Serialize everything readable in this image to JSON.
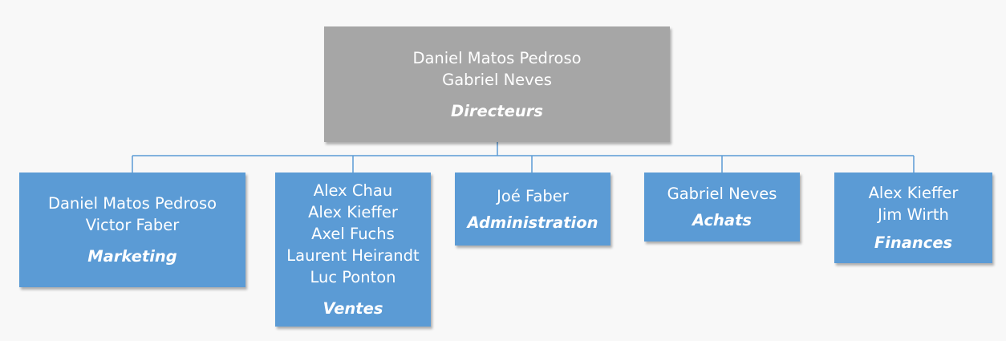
{
  "colors": {
    "background": "#f8f8f8",
    "director_box": "#a6a6a6",
    "department_box": "#5b9bd5",
    "connector": "#5b9bd5",
    "text": "#ffffff"
  },
  "top": {
    "members": [
      "Daniel Matos Pedroso",
      "Gabriel Neves"
    ],
    "title": "Directeurs"
  },
  "departments": [
    {
      "members": [
        "Daniel Matos Pedroso",
        "Victor Faber"
      ],
      "title": "Marketing"
    },
    {
      "members": [
        "Alex Chau",
        "Alex Kieffer",
        "Axel Fuchs",
        "Laurent Heirandt",
        "Luc Ponton"
      ],
      "title": "Ventes"
    },
    {
      "members": [
        "Joé Faber"
      ],
      "title": "Administration"
    },
    {
      "members": [
        "Gabriel Neves"
      ],
      "title": "Achats"
    },
    {
      "members": [
        "Alex Kieffer",
        "Jim Wirth"
      ],
      "title": "Finances"
    }
  ]
}
